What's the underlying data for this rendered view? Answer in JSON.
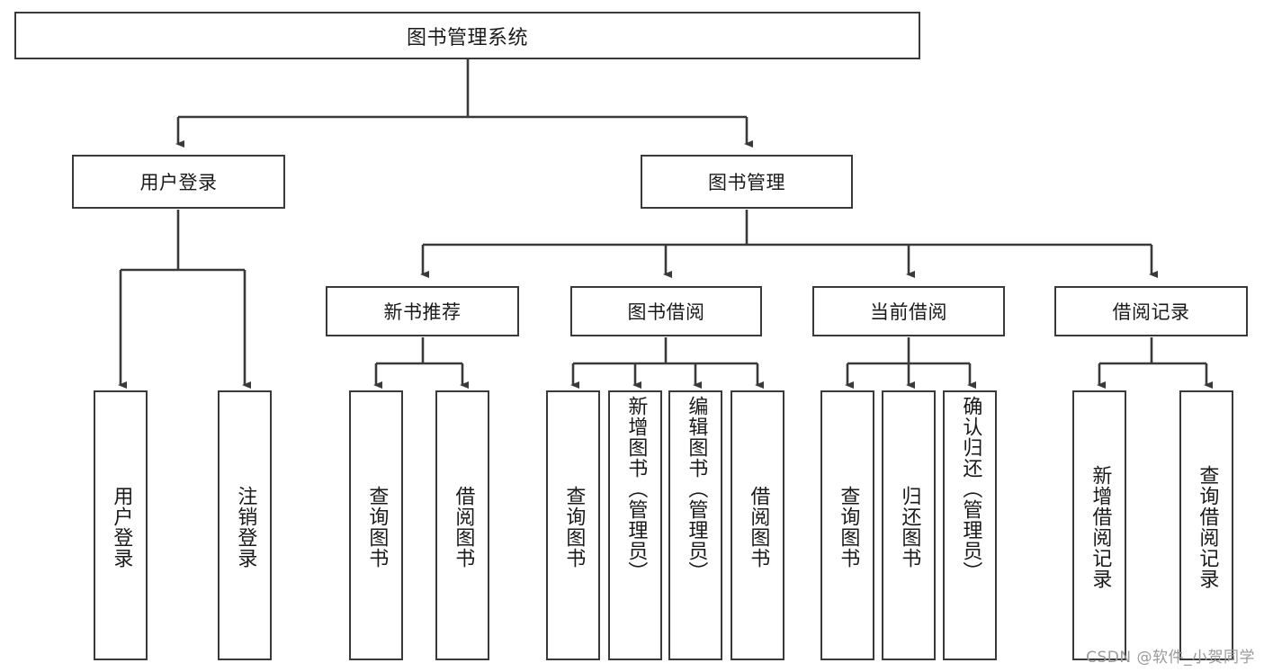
{
  "diagram": {
    "title": "图书管理系统",
    "type": "hierarchy-tree",
    "watermark": "CSDN @软件_小贺同学",
    "colors": {
      "background": "#ffffff",
      "border": "#3a3a3a",
      "text": "#1a1a1a",
      "watermark": "#9a9a9a"
    },
    "levels": {
      "root": {
        "label": "图书管理系统"
      },
      "level2": [
        {
          "id": "user-login",
          "label": "用户登录"
        },
        {
          "id": "book-manage",
          "label": "图书管理"
        }
      ],
      "level3": [
        {
          "id": "new-book-rec",
          "label": "新书推荐"
        },
        {
          "id": "book-borrow",
          "label": "图书借阅"
        },
        {
          "id": "current-borrow",
          "label": "当前借阅"
        },
        {
          "id": "borrow-record",
          "label": "借阅记录"
        }
      ],
      "leaves": [
        {
          "id": "leaf-user-login",
          "label": "用户登录",
          "parent": "user-login"
        },
        {
          "id": "leaf-logout",
          "label": "注销登录",
          "parent": "user-login"
        },
        {
          "id": "leaf-query-book-1",
          "label": "查询图书",
          "parent": "new-book-rec"
        },
        {
          "id": "leaf-borrow-book-1",
          "label": "借阅图书",
          "parent": "new-book-rec"
        },
        {
          "id": "leaf-query-book-2",
          "label": "查询图书",
          "parent": "book-borrow"
        },
        {
          "id": "leaf-add-book",
          "label": "新增图书（管理员）",
          "parent": "book-borrow"
        },
        {
          "id": "leaf-edit-book",
          "label": "编辑图书（管理员）",
          "parent": "book-borrow"
        },
        {
          "id": "leaf-borrow-book-2",
          "label": "借阅图书",
          "parent": "book-borrow"
        },
        {
          "id": "leaf-query-book-3",
          "label": "查询图书",
          "parent": "current-borrow"
        },
        {
          "id": "leaf-return-book",
          "label": "归还图书",
          "parent": "current-borrow"
        },
        {
          "id": "leaf-confirm-return",
          "label": "确认归还（管理员）",
          "parent": "current-borrow"
        },
        {
          "id": "leaf-add-record",
          "label": "新增借阅记录",
          "parent": "borrow-record"
        },
        {
          "id": "leaf-query-record",
          "label": "查询借阅记录",
          "parent": "borrow-record"
        }
      ]
    }
  }
}
